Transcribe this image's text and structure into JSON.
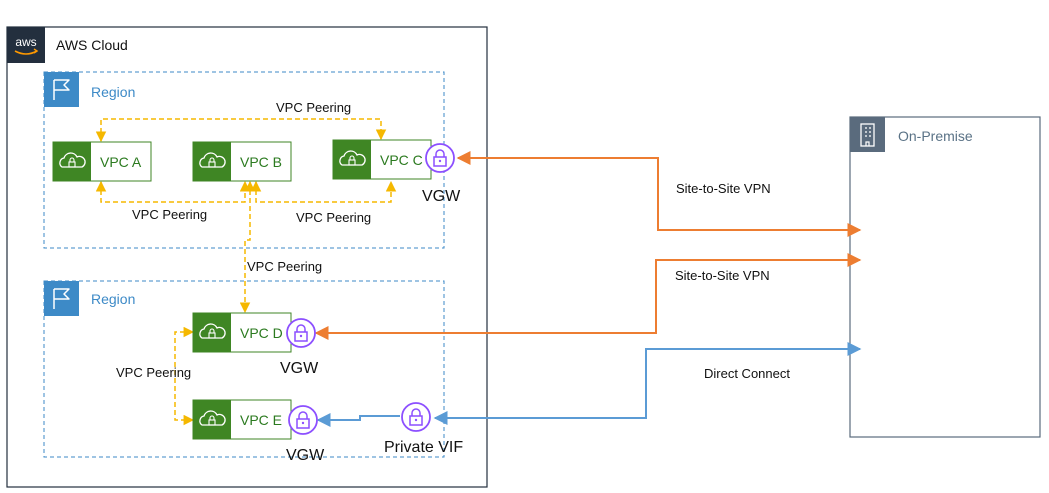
{
  "aws_cloud": {
    "label": "AWS Cloud",
    "logo_text": "aws"
  },
  "regions": [
    {
      "label": "Region"
    },
    {
      "label": "Region"
    }
  ],
  "vpcs": {
    "a": "VPC A",
    "b": "VPC B",
    "c": "VPC C",
    "d": "VPC D",
    "e": "VPC E"
  },
  "gateways": {
    "vgw_c": "VGW",
    "vgw_d": "VGW",
    "vgw_e": "VGW",
    "private_vif": "Private VIF"
  },
  "on_premise": {
    "label": "On-Premise"
  },
  "connections": {
    "peering_ac": "VPC Peering",
    "peering_ab": "VPC Peering",
    "peering_bc": "VPC Peering",
    "peering_bd": "VPC Peering",
    "peering_de": "VPC Peering",
    "vpn_1": "Site-to-Site VPN",
    "vpn_2": "Site-to-Site VPN",
    "direct_connect": "Direct Connect"
  },
  "colors": {
    "peering": "#f5b800",
    "vpn": "#ed7d31",
    "direct_connect": "#5b9bd5",
    "vpc_green": "#3f8624",
    "region_blue": "#3d8ac7",
    "vgw_purple": "#8c4fff",
    "aws_dark": "#232f3e",
    "onprem_slate": "#5a6b7d"
  }
}
